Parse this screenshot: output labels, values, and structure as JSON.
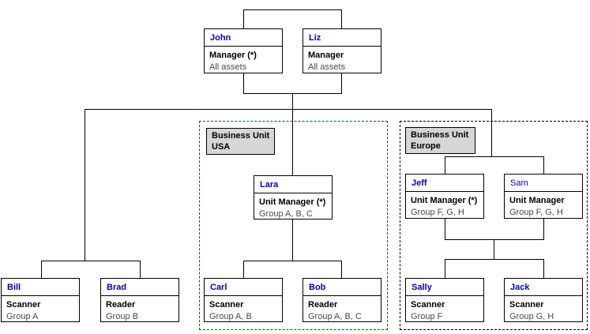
{
  "colors": {
    "name_text": "#0000CC",
    "body_text": "#4A4A4A",
    "line": "#000000",
    "usa_border": "#006600",
    "europe_border": "#000000",
    "unit_label_bg": "#D6D6D6",
    "background": "#FFFFFF"
  },
  "units": {
    "usa": {
      "label_line1": "Business Unit",
      "label_line2": "USA"
    },
    "europe": {
      "label_line1": "Business Unit",
      "label_line2": "Europe"
    }
  },
  "people": {
    "john": {
      "name": "John",
      "role": "Manager (*)",
      "scope": "All assets"
    },
    "liz": {
      "name": "Liz",
      "role": "Manager",
      "scope": "All assets"
    },
    "lara": {
      "name": "Lara",
      "role": "Unit Manager (*)",
      "scope": "Group A, B, C"
    },
    "jeff": {
      "name": "Jeff",
      "role": "Unit Manager (*)",
      "scope": "Group F, G, H"
    },
    "sam": {
      "name": "Sam",
      "role": "Unit Manager",
      "scope": "Group F, G, H"
    },
    "bill": {
      "name": "Bill",
      "role": "Scanner",
      "scope": "Group A"
    },
    "brad": {
      "name": "Brad",
      "role": "Reader",
      "scope": "Group B"
    },
    "carl": {
      "name": "Carl",
      "role": "Scanner",
      "scope": "Group A, B"
    },
    "bob": {
      "name": "Bob",
      "role": "Reader",
      "scope": "Group A, B, C"
    },
    "sally": {
      "name": "Sally",
      "role": "Scanner",
      "scope": "Group F"
    },
    "jack": {
      "name": "Jack",
      "role": "Scanner",
      "scope": "Group G, H"
    }
  }
}
